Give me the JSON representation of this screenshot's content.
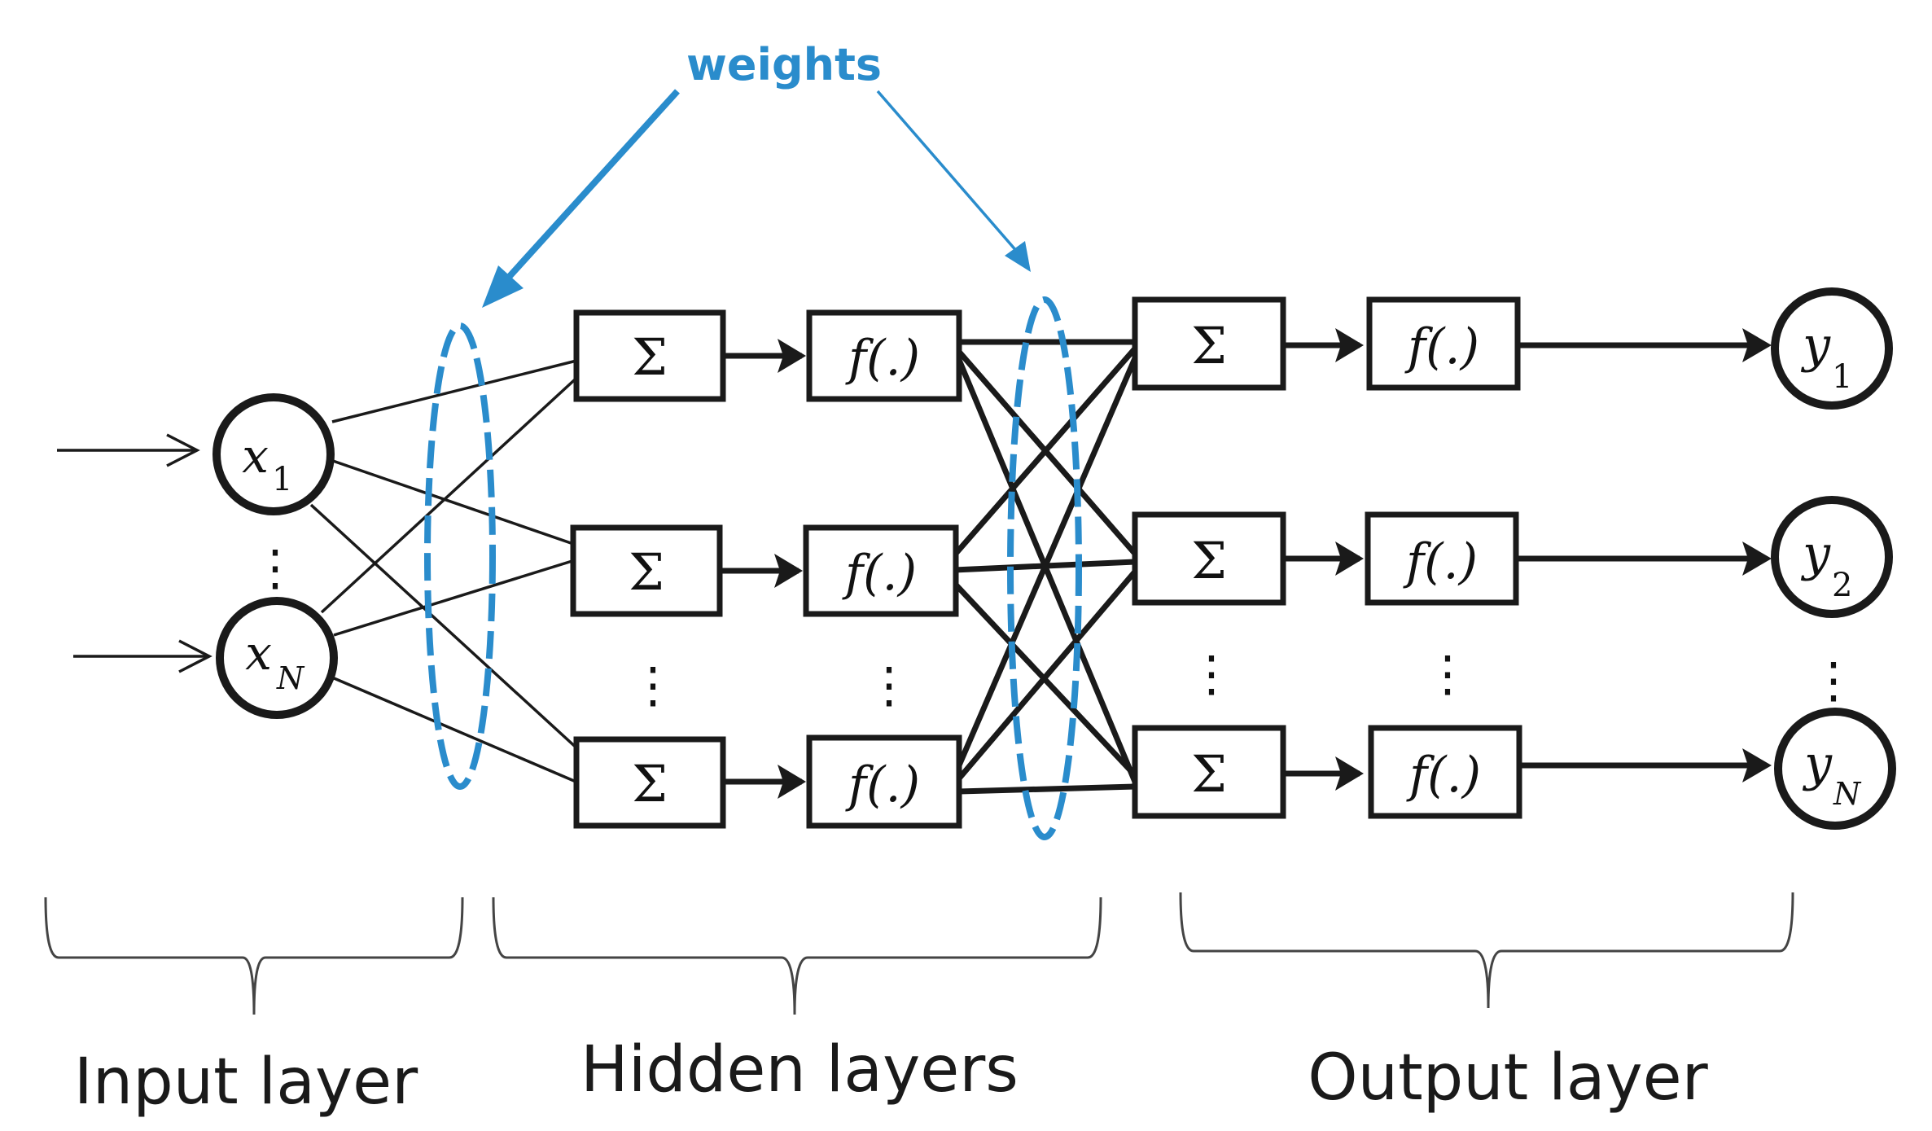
{
  "colors": {
    "accent": "#2a8ccc",
    "stroke": "#1a1a1a"
  },
  "annotation": {
    "weights": "weights"
  },
  "inputs": [
    {
      "symbol": "x",
      "subscript": "1"
    },
    {
      "symbol": "x",
      "subscript": "N"
    }
  ],
  "outputs": [
    {
      "symbol": "y",
      "subscript": "1"
    },
    {
      "symbol": "y",
      "subscript": "2"
    },
    {
      "symbol": "y",
      "subscript": "N"
    }
  ],
  "blocks": {
    "sum": "Σ",
    "activation": "f(.)"
  },
  "layers": {
    "input": "Input layer",
    "hidden": "Hidden layers",
    "output": "Output layer"
  },
  "ellipsis": "⋮"
}
